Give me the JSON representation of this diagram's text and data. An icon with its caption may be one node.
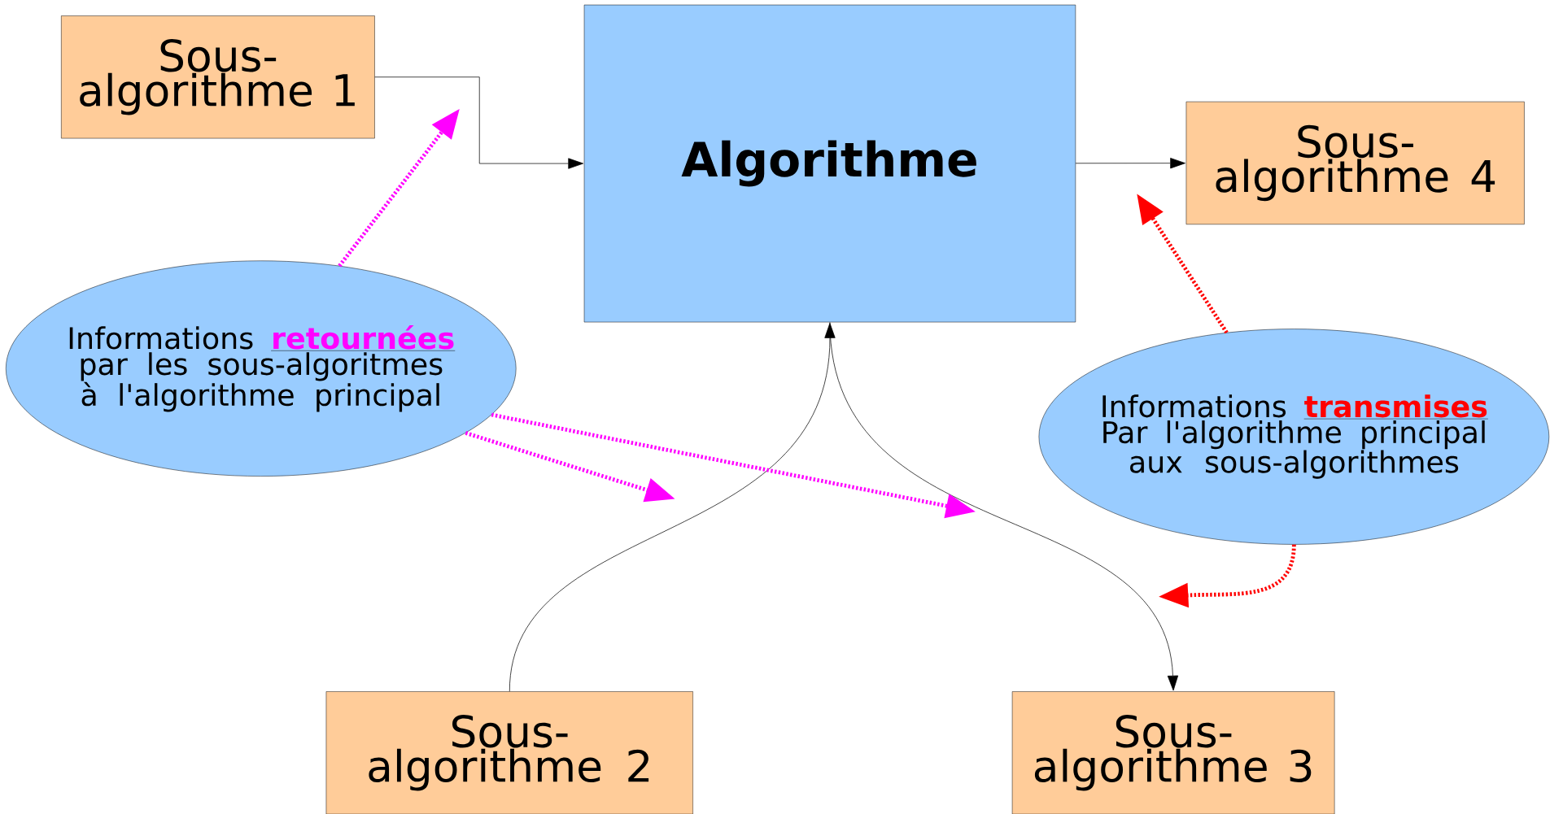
{
  "diagram": {
    "nodes": [
      {
        "text": [
          "Sous- algorithme 1"
        ]
      },
      {
        "text": [
          "Algorithme"
        ]
      },
      {
        "text": [
          "Sous- algorithme 4"
        ]
      },
      {
        "text": [
          "Informations **retournées** par les sous-algoritmes à l'algorithme principal"
        ]
      },
      {
        "text": [
          "Informations **transmises** Par l'algorithme principal aux sous-algorithmes"
        ]
      },
      {
        "text": [
          "Sous- algorithme 2"
        ]
      },
      {
        "text": [
          "Sous- algorithme 3"
        ]
      }
    ],
    "edges": [
      {
        "from": 0,
        "to": 1,
        "arrow": "to"
      },
      {
        "from": 1,
        "to": 2,
        "arrow": "to"
      },
      {
        "from": 5,
        "to": 1,
        "arrow": "to"
      },
      {
        "from": 1,
        "to": 6,
        "arrow": "to"
      },
      {
        "from": 3,
        "to": null,
        "arrow": "to",
        "style": "dashed",
        "color": "#ff00ff"
      },
      {
        "from": 3,
        "to": null,
        "arrow": "to",
        "style": "dashed",
        "color": "#ff00ff"
      },
      {
        "from": 3,
        "to": null,
        "arrow": "to",
        "style": "dashed",
        "color": "#ff00ff"
      },
      {
        "from": 4,
        "to": null,
        "arrow": "to",
        "style": "dashed",
        "color": "#ff0000"
      },
      {
        "from": 4,
        "to": null,
        "arrow": "to",
        "style": "dashed",
        "color": "#ff0000"
      }
    ]
  }
}
